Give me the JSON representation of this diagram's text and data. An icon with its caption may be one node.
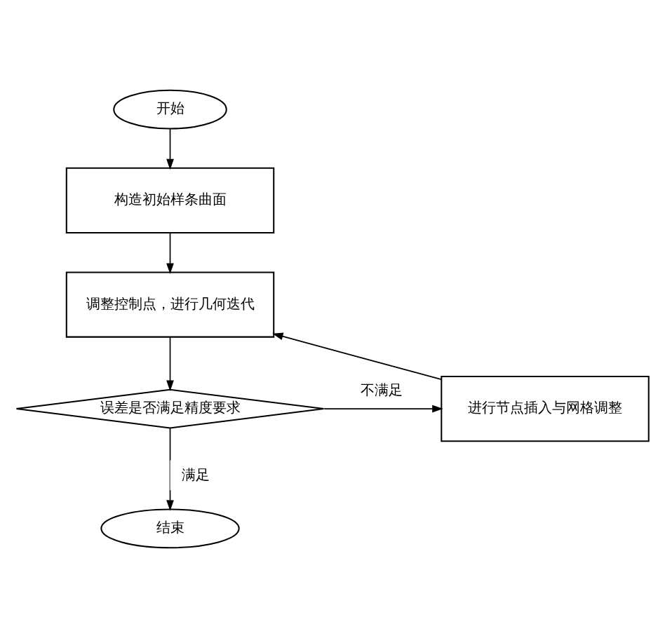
{
  "diagram": {
    "nodes": [
      {
        "text": [
          "开始"
        ]
      },
      {
        "text": [
          "构造初始样条曲面"
        ]
      },
      {
        "text": [
          "调整控制点，进行几何迭代"
        ]
      },
      {
        "text": [
          "误差是否满足精度要求"
        ]
      },
      {
        "text": [
          "进行节点插入与网格调整"
        ]
      },
      {
        "text": [
          "结束"
        ]
      }
    ],
    "edges": [
      {
        "from": 0,
        "to": 1,
        "arrow": "to"
      },
      {
        "from": 1,
        "to": 2,
        "arrow": "to"
      },
      {
        "from": 2,
        "to": 3,
        "arrow": "to"
      },
      {
        "from": 3,
        "to": 4,
        "arrow": "to",
        "label": "不满足"
      },
      {
        "from": 4,
        "to": 2,
        "arrow": "to"
      },
      {
        "from": 3,
        "to": 5,
        "arrow": "to",
        "label": "满足"
      }
    ]
  }
}
